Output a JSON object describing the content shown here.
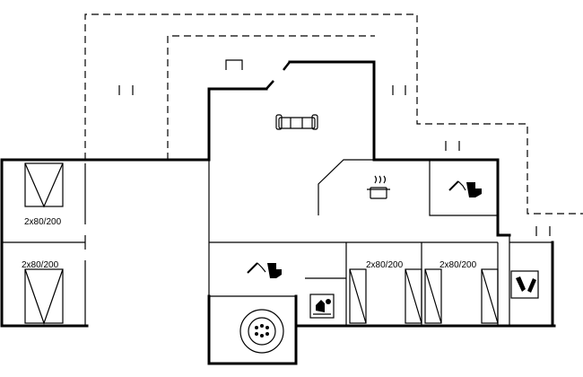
{
  "rooms": {
    "bed1": {
      "bed_size": "2x80/200"
    },
    "bed2": {
      "bed_size": "2x80/200"
    },
    "bed3": {
      "bed_size": "2x80/200"
    },
    "bed4": {
      "bed_size": "2x80/200"
    }
  },
  "icons": {
    "sofa": "sofa-icon",
    "cooking_pot": "cooking-pot-icon",
    "toilet_kitchen": "toilet-shower-icon",
    "toilet_main": "toilet-shower-icon",
    "washing_machine": "washing-machine-icon",
    "whirlpool": "whirlpool-icon",
    "sauna": "sauna-icon"
  }
}
